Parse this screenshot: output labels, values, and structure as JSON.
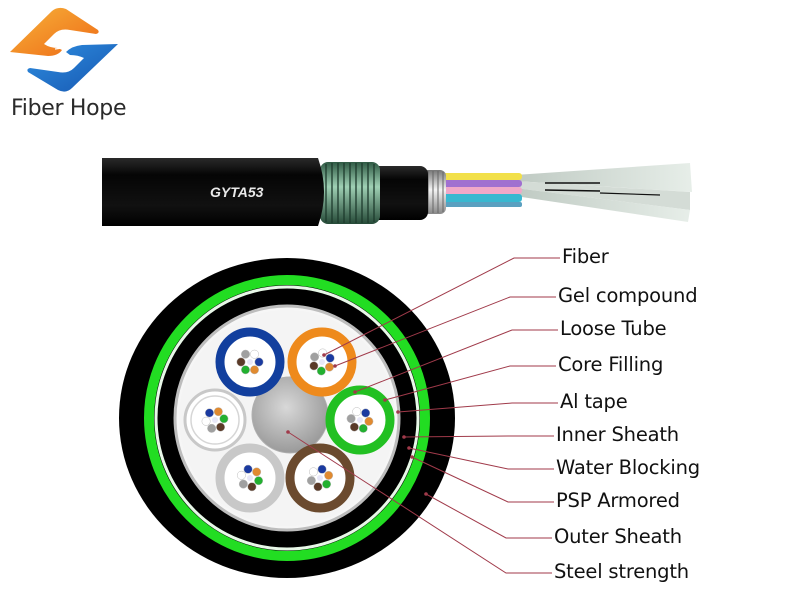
{
  "brand": {
    "name": "Fiber Hope",
    "colors": {
      "orange": "#F08A1E",
      "blue": "#1E6FC0"
    }
  },
  "cable": {
    "model": "GYTA53",
    "sheath_color": "#0a0a0a",
    "armor_color": "#4a8a6a",
    "tube_colors": [
      "#f2e04a",
      "#a070d0",
      "#f0a8c8",
      "#38b8d0"
    ]
  },
  "cross_section": {
    "outer_sheath_color": "#000000",
    "psp_armor_color": "#22dd22",
    "loose_tubes": [
      {
        "name": "blue-tube",
        "color": "#123f9e"
      },
      {
        "name": "orange-tube",
        "color": "#ee8a1c"
      },
      {
        "name": "green-tube",
        "color": "#22c022"
      },
      {
        "name": "brown-tube",
        "color": "#6b4a2e"
      },
      {
        "name": "grey-tube",
        "color": "#c8c8c8"
      },
      {
        "name": "white-tube",
        "color": "#ececec"
      }
    ],
    "fiber_colors": [
      "#1a3aa0",
      "#e08a30",
      "#22b030",
      "#5a3a28",
      "#a0a0a0",
      "#ffffff"
    ]
  },
  "labels": [
    "Fiber",
    "Gel compound",
    "Loose Tube",
    "Core Filling",
    "Al tape",
    "Inner Sheath",
    "Water Blocking",
    "PSP Armored",
    "Outer Sheath",
    "Steel strength"
  ],
  "leader_color": "#a03a4a"
}
